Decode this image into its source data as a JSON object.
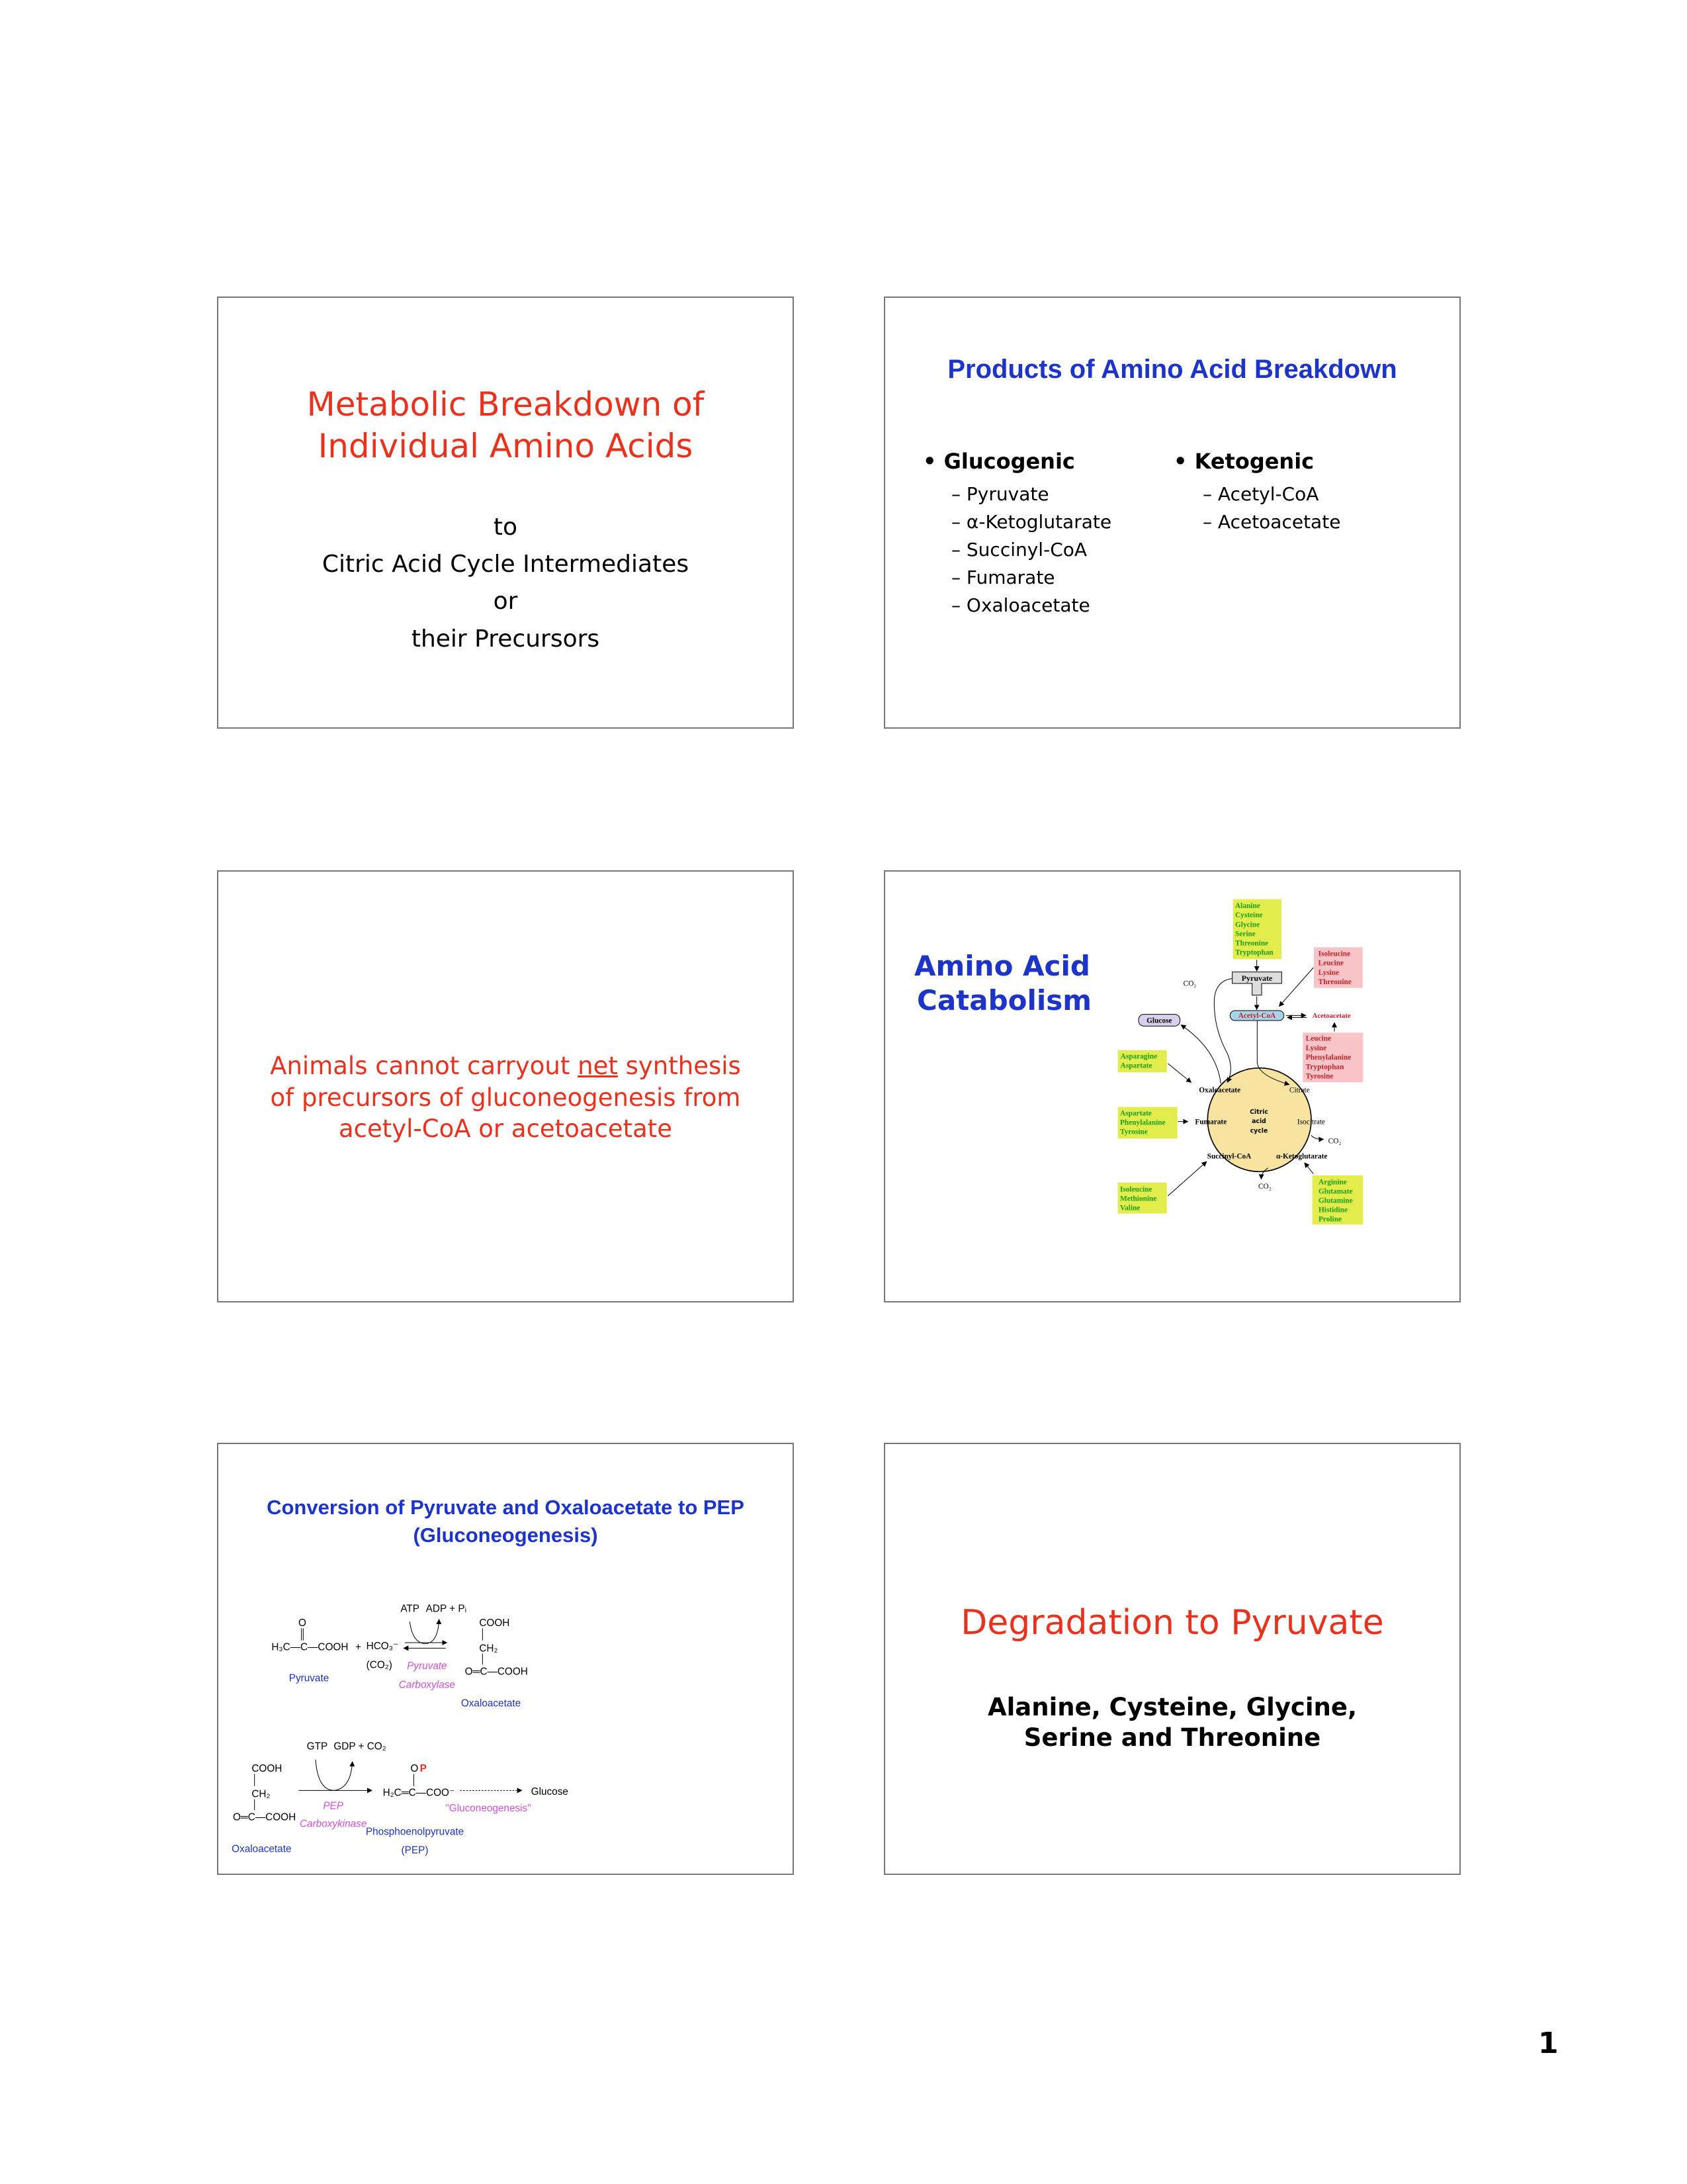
{
  "slides": [
    {
      "title_lines": [
        "Metabolic Breakdown of",
        "Individual Amino Acids"
      ],
      "body_lines": [
        "to",
        "Citric Acid Cycle Intermediates",
        "or",
        "their Precursors"
      ]
    },
    {
      "title": "Products of Amino Acid Breakdown",
      "columns": [
        {
          "heading": "Glucogenic",
          "items": [
            "Pyruvate",
            "α-Ketoglutarate",
            "Succinyl-CoA",
            "Fumarate",
            "Oxaloacetate"
          ]
        },
        {
          "heading": "Ketogenic",
          "items": [
            "Acetyl-CoA",
            "Acetoacetate"
          ]
        }
      ]
    },
    {
      "text_pre": "Animals cannot carryout ",
      "text_underlined": "net",
      "text_post": " synthesis",
      "lines": [
        "of precursors of gluconeogenesis from",
        "acetyl-CoA or acetoacetate"
      ]
    },
    {
      "title_lines": [
        "Amino Acid",
        "Catabolism"
      ],
      "diagram": {
        "pyruvate_inputs": [
          "Alanine",
          "Cysteine",
          "Glycine",
          "Serine",
          "Threonine",
          "Tryptophan"
        ],
        "acetylcoa_inputs": [
          "Isoleucine",
          "Leucine",
          "Lysine",
          "Threonine"
        ],
        "acetoacetate_inputs": [
          "Leucine",
          "Lysine",
          "Phenylalanine",
          "Tryptophan",
          "Tyrosine"
        ],
        "oxaloacetate_inputs": [
          "Asparagine",
          "Aspartate"
        ],
        "fumarate_inputs": [
          "Aspartate",
          "Phenylalanine",
          "Tyrosine"
        ],
        "succinylcoa_inputs": [
          "Isoleucine",
          "Methionine",
          "Valine"
        ],
        "ketoglutarate_inputs": [
          "Arginine",
          "Glutamate",
          "Glutamine",
          "Histidine",
          "Proline"
        ],
        "pyruvate": "Pyruvate",
        "acetyl_coa": "Acetyl-CoA",
        "acetoacetate": "Acetoacetate",
        "glucose": "Glucose",
        "co2": "CO₂",
        "oxaloacetate": "Oxaloacetate",
        "citrate": "Citrate",
        "isocitrate": "Isocitrate",
        "ketoglutarate": "α-Ketoglutarate",
        "succinyl_coa": "Succinyl-CoA",
        "fumarate": "Fumarate",
        "cycle_label": [
          "Citric",
          "acid",
          "cycle"
        ],
        "colors": {
          "glucogenic_box": "#e2ec4a",
          "glucogenic_text": "#1aa01a",
          "ketogenic_box": "#f8c4c8",
          "ketogenic_text": "#c8202a",
          "cycle": "#f8e4a0"
        }
      }
    },
    {
      "title_lines": [
        "Conversion of Pyruvate and Oxaloacetate to PEP",
        "(Gluconeogenesis)"
      ],
      "reaction1": {
        "pyruvate_o": "O",
        "pyruvate_formula": "H₃C—C—COOH",
        "plus": "+",
        "bicarbonate": "HCO₃⁻",
        "co2": "(CO₂)",
        "atp": "ATP",
        "adp": "ADP + Pᵢ",
        "enzyme": [
          "Pyruvate",
          "Carboxylase"
        ],
        "product": [
          "COOH",
          "CH₂",
          "O═C—COOH"
        ],
        "pyruvate_label": "Pyruvate",
        "product_label": "Oxaloacetate"
      },
      "reaction2": {
        "substrate": [
          "COOH",
          "CH₂",
          "O═C—COOH"
        ],
        "substrate_label": "Oxaloacetate",
        "gtp": "GTP",
        "gdp": "GDP + CO₂",
        "enzyme": [
          "PEP",
          "Carboxykinase"
        ],
        "pep_o": "O",
        "pep_p": "P",
        "pep_formula": "H₂C═C—COO⁻",
        "pep_label": [
          "Phosphoenolpyruvate",
          "(PEP)"
        ],
        "process": "\"Gluconeogenesis\"",
        "glucose": "Glucose"
      }
    },
    {
      "title": "Degradation to Pyruvate",
      "lines": [
        "Alanine, Cysteine, Glycine,",
        "Serine and Threonine"
      ]
    }
  ],
  "page_number": "1"
}
